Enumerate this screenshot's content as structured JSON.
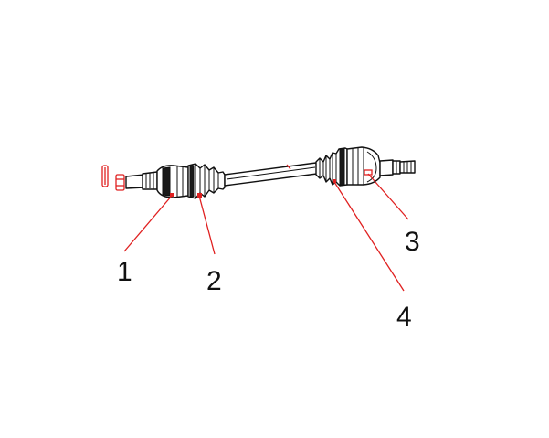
{
  "callouts": [
    {
      "id": "1",
      "label": "1"
    },
    {
      "id": "2",
      "label": "2"
    },
    {
      "id": "3",
      "label": "3"
    },
    {
      "id": "4",
      "label": "4"
    }
  ],
  "colors": {
    "outline": "#111111",
    "leader": "#e02020",
    "background": "#ffffff"
  }
}
